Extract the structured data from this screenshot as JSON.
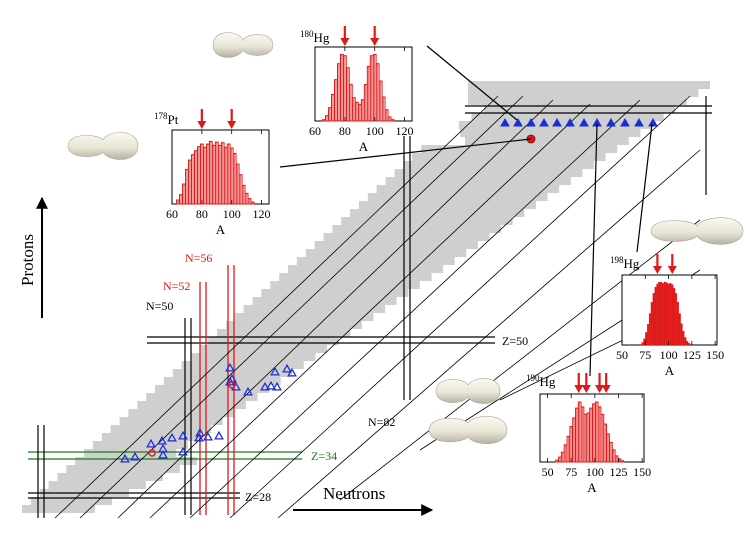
{
  "colors": {
    "band": "#cfcfcf",
    "grid_line": "#000000",
    "magic_red": "#e01818",
    "magic_green": "#1a7a1a",
    "triangle": "#1a2fd6",
    "marker_red": "#e01818",
    "hist": "#e01818"
  },
  "labels": {
    "protons": "Protons",
    "neutrons": "Neutrons",
    "n50": "N=50",
    "n52": "N=52",
    "n56": "N=56",
    "n82": "N=82",
    "z28": "Z=28",
    "z34": "Z=34",
    "z50": "Z=50"
  },
  "insets": [
    {
      "id": "pt178",
      "mass": "178",
      "element": "Pt",
      "axis_label": "A",
      "ticks": [
        "60",
        "80",
        "100",
        "120"
      ],
      "xlim": [
        60,
        125
      ],
      "arrows": [
        80,
        100
      ],
      "shape_icon": "elongated-dumbbell-icon",
      "chart_data": {
        "type": "bar",
        "x": [
          64,
          66,
          68,
          70,
          72,
          74,
          76,
          78,
          80,
          82,
          84,
          86,
          88,
          90,
          92,
          94,
          96,
          98,
          100,
          102,
          104,
          106,
          108,
          110,
          112,
          114
        ],
        "values": [
          0.06,
          0.14,
          0.3,
          0.52,
          0.66,
          0.74,
          0.8,
          0.86,
          0.9,
          0.85,
          0.9,
          0.94,
          0.88,
          0.93,
          0.88,
          0.92,
          0.85,
          0.9,
          0.84,
          0.76,
          0.6,
          0.44,
          0.28,
          0.16,
          0.08,
          0.03
        ]
      }
    },
    {
      "id": "hg180",
      "mass": "180",
      "element": "Hg",
      "axis_label": "A",
      "ticks": [
        "60",
        "80",
        "100",
        "120"
      ],
      "xlim": [
        60,
        125
      ],
      "arrows": [
        80,
        100
      ],
      "shape_icon": "dumbbell-icon",
      "chart_data": {
        "type": "bar",
        "x": [
          66,
          68,
          70,
          72,
          74,
          76,
          78,
          80,
          82,
          84,
          86,
          88,
          90,
          92,
          94,
          96,
          98,
          100,
          102,
          104,
          106,
          108,
          110,
          112
        ],
        "values": [
          0.02,
          0.08,
          0.2,
          0.4,
          0.62,
          0.86,
          1.0,
          0.98,
          0.8,
          0.55,
          0.35,
          0.28,
          0.25,
          0.32,
          0.55,
          0.82,
          0.98,
          1.0,
          0.86,
          0.6,
          0.36,
          0.17,
          0.06,
          0.02
        ]
      }
    },
    {
      "id": "hg198",
      "mass": "198",
      "element": "Hg",
      "axis_label": "A",
      "ticks": [
        "50",
        "75",
        "100",
        "125",
        "150"
      ],
      "xlim": [
        50,
        152
      ],
      "arrows": [
        88,
        104
      ],
      "shape_icon": "compact-dumbbell-icon",
      "chart_data": {
        "type": "bar",
        "x": [
          70,
          72,
          74,
          76,
          78,
          80,
          82,
          84,
          86,
          88,
          90,
          92,
          94,
          96,
          98,
          100,
          102,
          104,
          106,
          108,
          110,
          112,
          114,
          116,
          118,
          120,
          122,
          124,
          126
        ],
        "values": [
          0.01,
          0.04,
          0.1,
          0.2,
          0.33,
          0.5,
          0.68,
          0.82,
          0.92,
          0.97,
          1.0,
          1.0,
          0.98,
          1.0,
          0.99,
          0.97,
          0.98,
          0.96,
          0.9,
          0.82,
          0.68,
          0.5,
          0.34,
          0.22,
          0.12,
          0.06,
          0.03,
          0.01,
          0.0
        ]
      }
    },
    {
      "id": "hg190",
      "mass": "190",
      "element": "Hg",
      "axis_label": "A",
      "ticks": [
        "50",
        "75",
        "100",
        "125",
        "150"
      ],
      "xlim": [
        42,
        152
      ],
      "arrows": [
        83,
        91,
        105,
        112
      ],
      "shape_icon": "double-shape-icon",
      "chart_data": {
        "type": "bar",
        "x": [
          60,
          63,
          66,
          69,
          72,
          75,
          78,
          81,
          84,
          87,
          90,
          93,
          96,
          99,
          102,
          105,
          108,
          111,
          114,
          117,
          120,
          123,
          126,
          129
        ],
        "values": [
          0.03,
          0.08,
          0.16,
          0.28,
          0.42,
          0.58,
          0.72,
          0.88,
          0.98,
          0.9,
          0.78,
          0.8,
          0.88,
          0.95,
          0.98,
          0.9,
          0.78,
          0.62,
          0.46,
          0.32,
          0.2,
          0.1,
          0.05,
          0.02
        ]
      }
    }
  ]
}
